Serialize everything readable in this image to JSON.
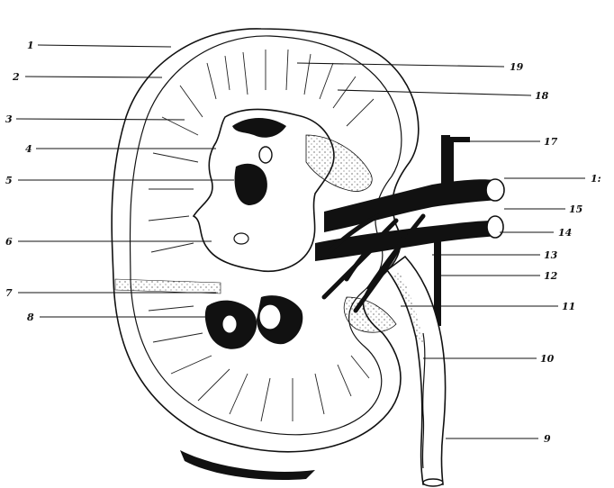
{
  "figure": {
    "labels": [
      {
        "id": "1",
        "text": "1"
      },
      {
        "id": "2",
        "text": "2"
      },
      {
        "id": "3",
        "text": "3"
      },
      {
        "id": "4",
        "text": "4"
      },
      {
        "id": "5",
        "text": "5"
      },
      {
        "id": "6",
        "text": "6"
      },
      {
        "id": "7",
        "text": "7"
      },
      {
        "id": "8",
        "text": "8"
      },
      {
        "id": "9",
        "text": "9"
      },
      {
        "id": "10",
        "text": "10"
      },
      {
        "id": "11",
        "text": "11"
      },
      {
        "id": "12",
        "text": "12"
      },
      {
        "id": "13",
        "text": "13"
      },
      {
        "id": "14",
        "text": "14"
      },
      {
        "id": "15",
        "text": "15"
      },
      {
        "id": "16",
        "text": "1:"
      },
      {
        "id": "17",
        "text": "17"
      },
      {
        "id": "18",
        "text": "18"
      },
      {
        "id": "19",
        "text": "19"
      }
    ]
  }
}
